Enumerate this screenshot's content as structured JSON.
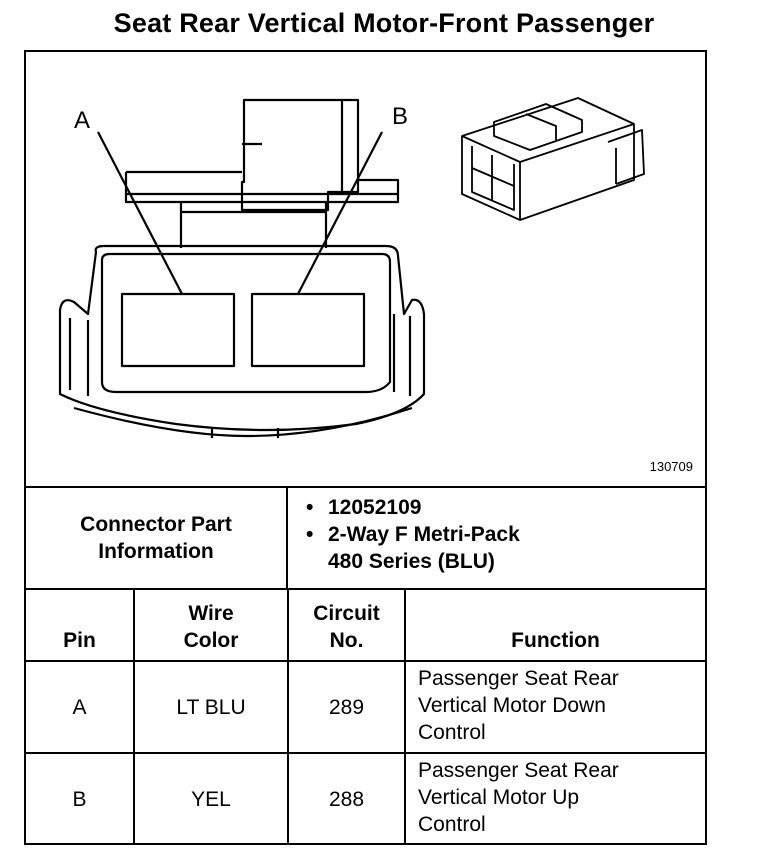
{
  "title": "Seat Rear Vertical Motor-Front Passenger",
  "figure": {
    "cavity_labels": [
      "A",
      "B"
    ],
    "figure_id": "130709"
  },
  "connector_info": {
    "label_line1": "Connector Part",
    "label_line2": "Information",
    "items": [
      "12052109",
      "2-Way F Metri-Pack",
      "480 Series (BLU)"
    ],
    "bullet": "•"
  },
  "table": {
    "headers": {
      "pin": "Pin",
      "wire_line1": "Wire",
      "wire_line2": "Color",
      "circuit_line1": "Circuit",
      "circuit_line2": "No.",
      "function": "Function"
    },
    "rows": [
      {
        "pin": "A",
        "color": "LT BLU",
        "circuit": "289",
        "function_lines": [
          "Passenger Seat Rear",
          "Vertical Motor Down",
          "Control"
        ]
      },
      {
        "pin": "B",
        "color": "YEL",
        "circuit": "288",
        "function_lines": [
          "Passenger Seat Rear",
          "Vertical Motor Up",
          "Control"
        ]
      }
    ]
  }
}
